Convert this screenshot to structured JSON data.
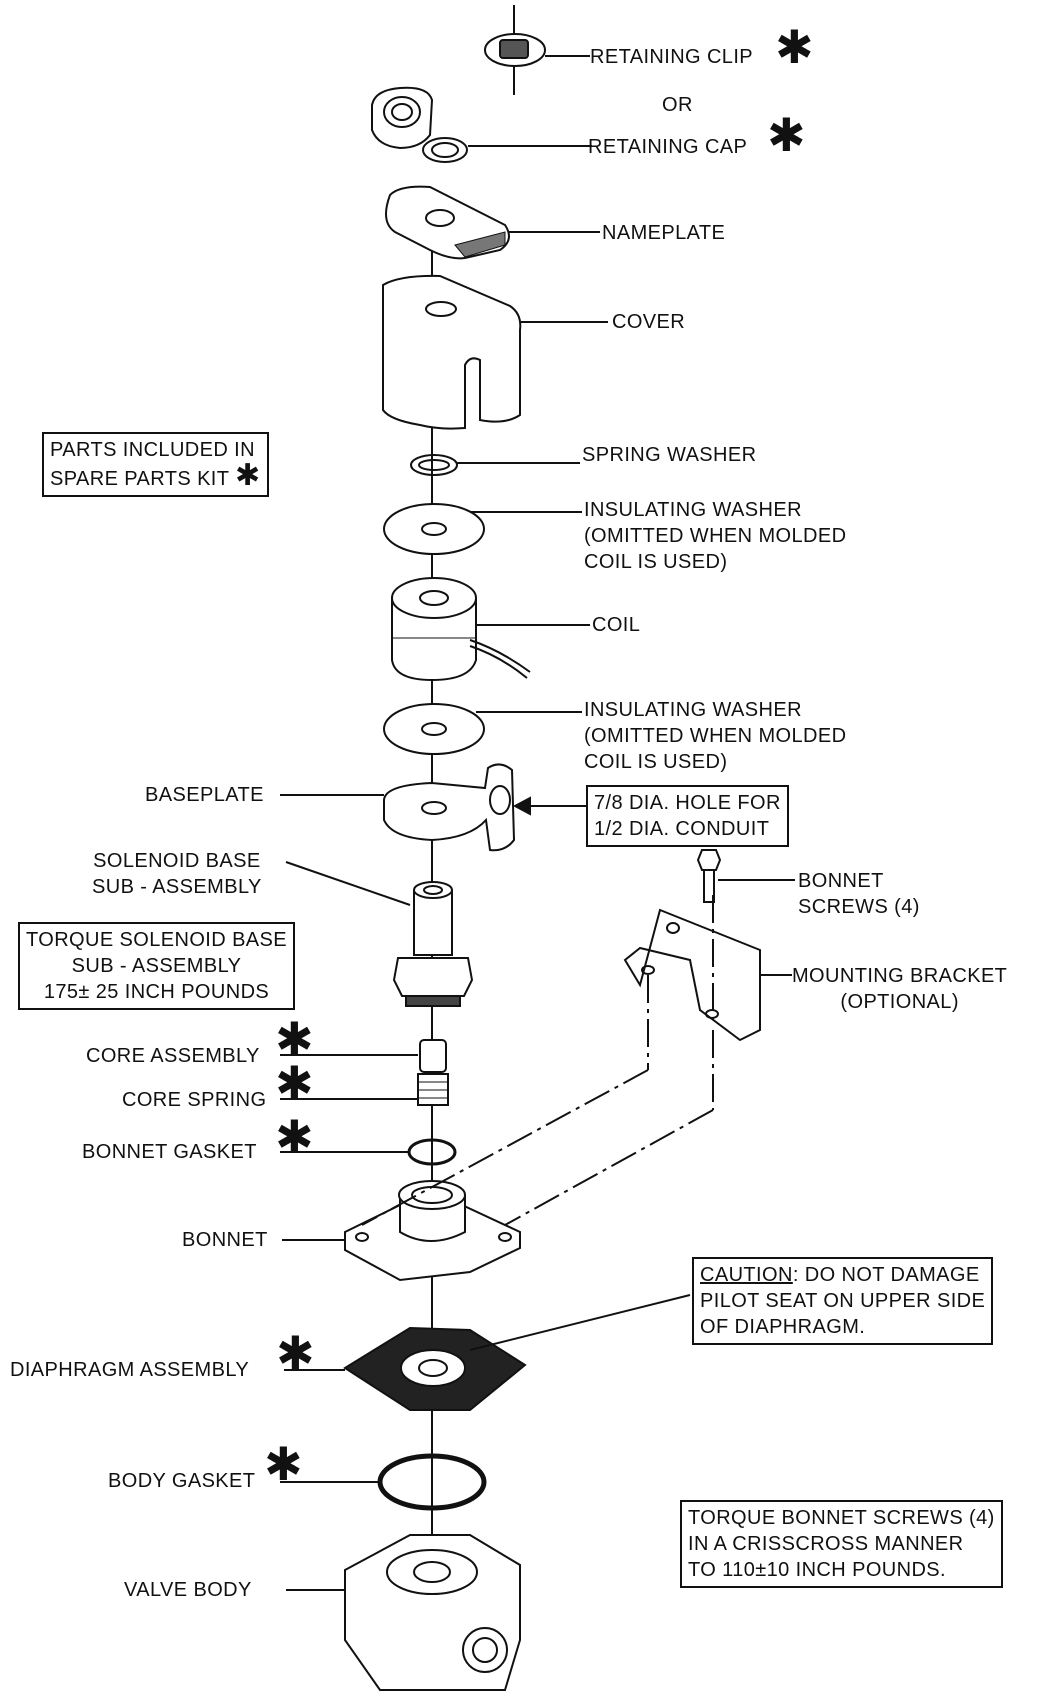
{
  "labels": {
    "retaining_clip": "RETAINING CLIP",
    "or": "OR",
    "retaining_cap": "RETAINING CAP",
    "nameplate": "NAMEPLATE",
    "cover": "COVER",
    "spring_washer": "SPRING WASHER",
    "insulating_washer_upper": [
      "INSULATING WASHER",
      "(OMITTED WHEN MOLDED",
      "COIL IS USED)"
    ],
    "coil": "COIL",
    "insulating_washer_lower": [
      "INSULATING WASHER",
      "(OMITTED WHEN MOLDED",
      "COIL IS USED)"
    ],
    "baseplate": "BASEPLATE",
    "solenoid_base": [
      "SOLENOID BASE",
      "SUB - ASSEMBLY"
    ],
    "bonnet_screws": [
      "BONNET",
      "SCREWS (4)"
    ],
    "mounting_bracket": [
      "MOUNTING BRACKET",
      "(OPTIONAL)"
    ],
    "core_assembly": "CORE ASSEMBLY",
    "core_spring": "CORE SPRING",
    "bonnet_gasket": "BONNET GASKET",
    "bonnet": "BONNET",
    "diaphragm_assembly": "DIAPHRAGM ASSEMBLY",
    "body_gasket": "BODY GASKET",
    "valve_body": "VALVE BODY"
  },
  "boxes": {
    "spare_parts": [
      "PARTS INCLUDED IN",
      "SPARE PARTS KIT"
    ],
    "conduit_hole": [
      "7/8 DIA. HOLE FOR",
      "1/2 DIA. CONDUIT"
    ],
    "torque_solenoid": [
      "TORQUE SOLENOID BASE",
      "SUB - ASSEMBLY",
      "175± 25 INCH POUNDS"
    ],
    "caution": {
      "keyword": "CAUTION",
      "rest": ":  DO NOT DAMAGE",
      "lines": [
        "PILOT SEAT ON UPPER SIDE",
        "OF DIAPHRAGM."
      ]
    },
    "torque_bonnet": [
      "TORQUE BONNET SCREWS (4)",
      "IN A CRISSCROSS MANNER",
      "TO 110±10 INCH POUNDS."
    ]
  },
  "spare_kit_symbol": "✱"
}
